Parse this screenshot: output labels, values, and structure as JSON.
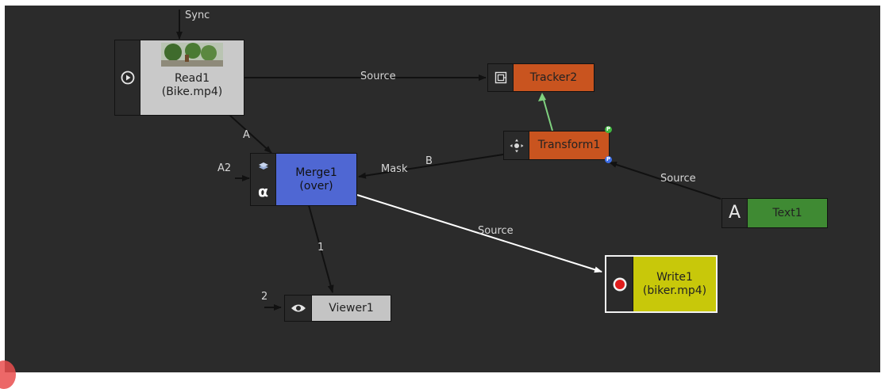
{
  "nodes": {
    "read": {
      "title": "Read1",
      "subtitle": "(Bike.mp4)",
      "icon": "play-circle-icon",
      "color": "#c9c9c9"
    },
    "tracker": {
      "title": "Tracker2",
      "icon": "tracker-icon",
      "color": "#c9541f"
    },
    "transform": {
      "title": "Transform1",
      "icon": "transform-crosshair-icon",
      "color": "#c9541f"
    },
    "merge": {
      "title": "Merge1",
      "subtitle": "(over)",
      "icons": [
        "merge-layers-icon",
        "alpha-icon"
      ],
      "alpha_glyph": "α",
      "color": "#4f67d3"
    },
    "text": {
      "title": "Text1",
      "icon": "text-icon",
      "glyph": "A",
      "color": "#3f8a33"
    },
    "write": {
      "title": "Write1",
      "subtitle": "(biker.mp4)",
      "icon": "record-icon",
      "color": "#c8c80a"
    },
    "viewer": {
      "title": "Viewer1",
      "icon": "eye-icon",
      "color": "#c4c4c4"
    }
  },
  "edge_labels": {
    "sync": "Sync",
    "read_tracker_source": "Source",
    "read_merge_a": "A",
    "merge_a2": "A2",
    "merge_mask": "Mask",
    "transform_b": "B",
    "text_source": "Source",
    "write_source": "Source",
    "viewer_1": "1",
    "viewer_2": "2"
  },
  "pin_labels": {
    "top": "P",
    "bottom": "P"
  }
}
